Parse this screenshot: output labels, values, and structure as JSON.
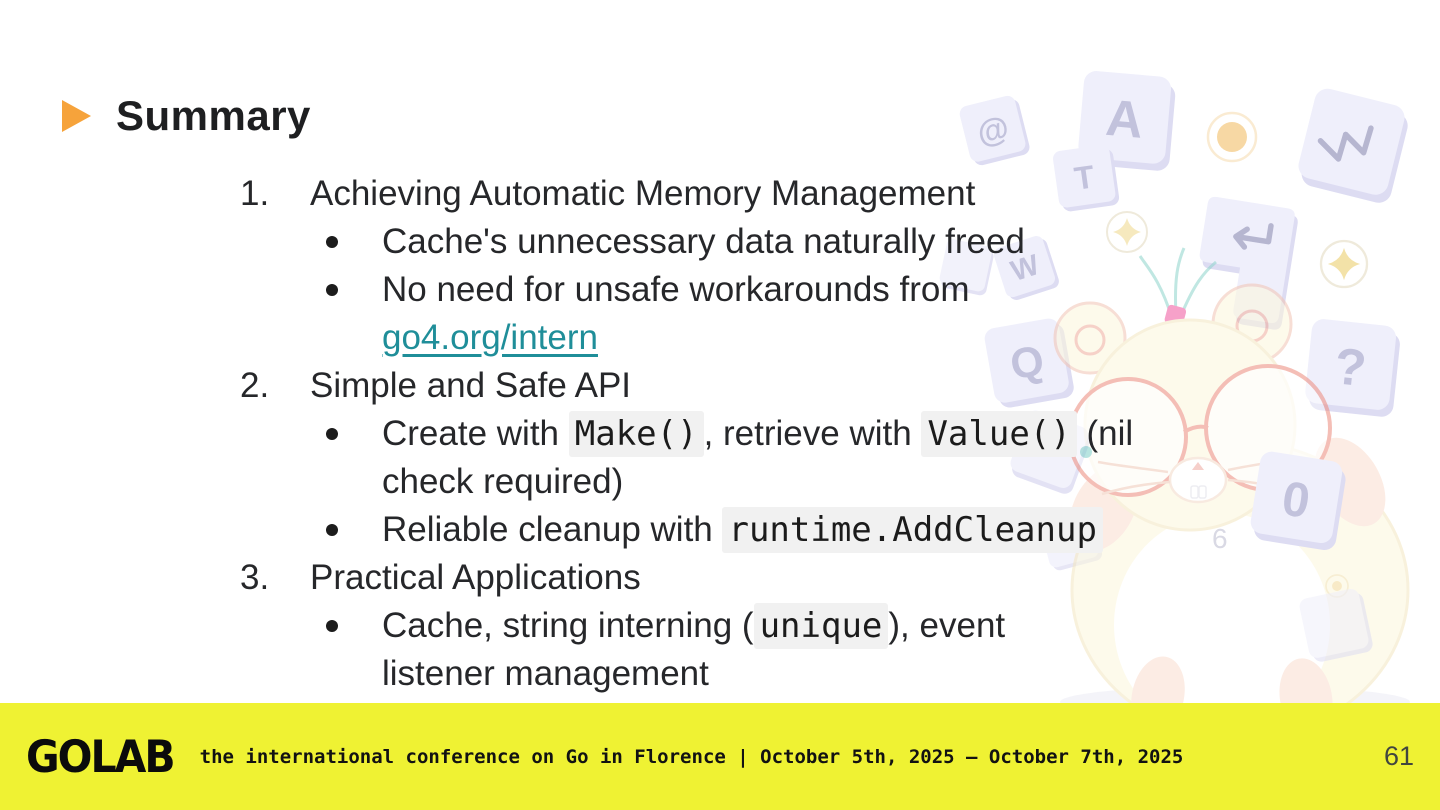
{
  "slide": {
    "title": "Summary",
    "colors": {
      "accent": "#F6A33B",
      "link": "#1F8E99",
      "footer_bg": "#EFF233",
      "code_bg": "#F1F1F1"
    },
    "list": [
      {
        "number": "1.",
        "text": "Achieving Automatic Memory Management",
        "bullets": [
          [
            {
              "t": "text",
              "v": "Cache's unnecessary data naturally freed"
            }
          ],
          [
            {
              "t": "text",
              "v": "No need for unsafe workarounds from"
            },
            {
              "t": "break"
            },
            {
              "t": "link",
              "v": "go4.org/intern"
            }
          ]
        ]
      },
      {
        "number": "2.",
        "text": "Simple and Safe API",
        "bullets": [
          [
            {
              "t": "text",
              "v": "Create with "
            },
            {
              "t": "code",
              "v": "Make()"
            },
            {
              "t": "text",
              "v": ", retrieve with "
            },
            {
              "t": "code",
              "v": "Value()"
            },
            {
              "t": "text",
              "v": " (nil"
            },
            {
              "t": "break"
            },
            {
              "t": "text",
              "v": "check required)"
            }
          ],
          [
            {
              "t": "text",
              "v": "Reliable cleanup with "
            },
            {
              "t": "code",
              "v": "runtime.AddCleanup"
            }
          ]
        ]
      },
      {
        "number": "3.",
        "text": "Practical Applications",
        "bullets": [
          [
            {
              "t": "text",
              "v": "Cache, string interning ("
            },
            {
              "t": "code",
              "v": "unique"
            },
            {
              "t": "text",
              "v": "), event"
            },
            {
              "t": "break"
            },
            {
              "t": "text",
              "v": "listener management"
            }
          ]
        ]
      }
    ],
    "footer": {
      "logo": "GOLAB",
      "text": "the international conference on Go in Florence | October 5th, 2025 – October 7th, 2025",
      "page_number": "61"
    },
    "background": {
      "keys": [
        {
          "name": "at",
          "glyph": "@"
        },
        {
          "name": "a",
          "glyph": "A"
        },
        {
          "name": "t",
          "glyph": "T"
        },
        {
          "name": "w",
          "glyph": "W"
        },
        {
          "name": "q",
          "glyph": "Q"
        },
        {
          "name": "question",
          "glyph": "?"
        },
        {
          "name": "zero",
          "glyph": "0"
        },
        {
          "name": "six",
          "glyph": "6"
        }
      ]
    }
  }
}
